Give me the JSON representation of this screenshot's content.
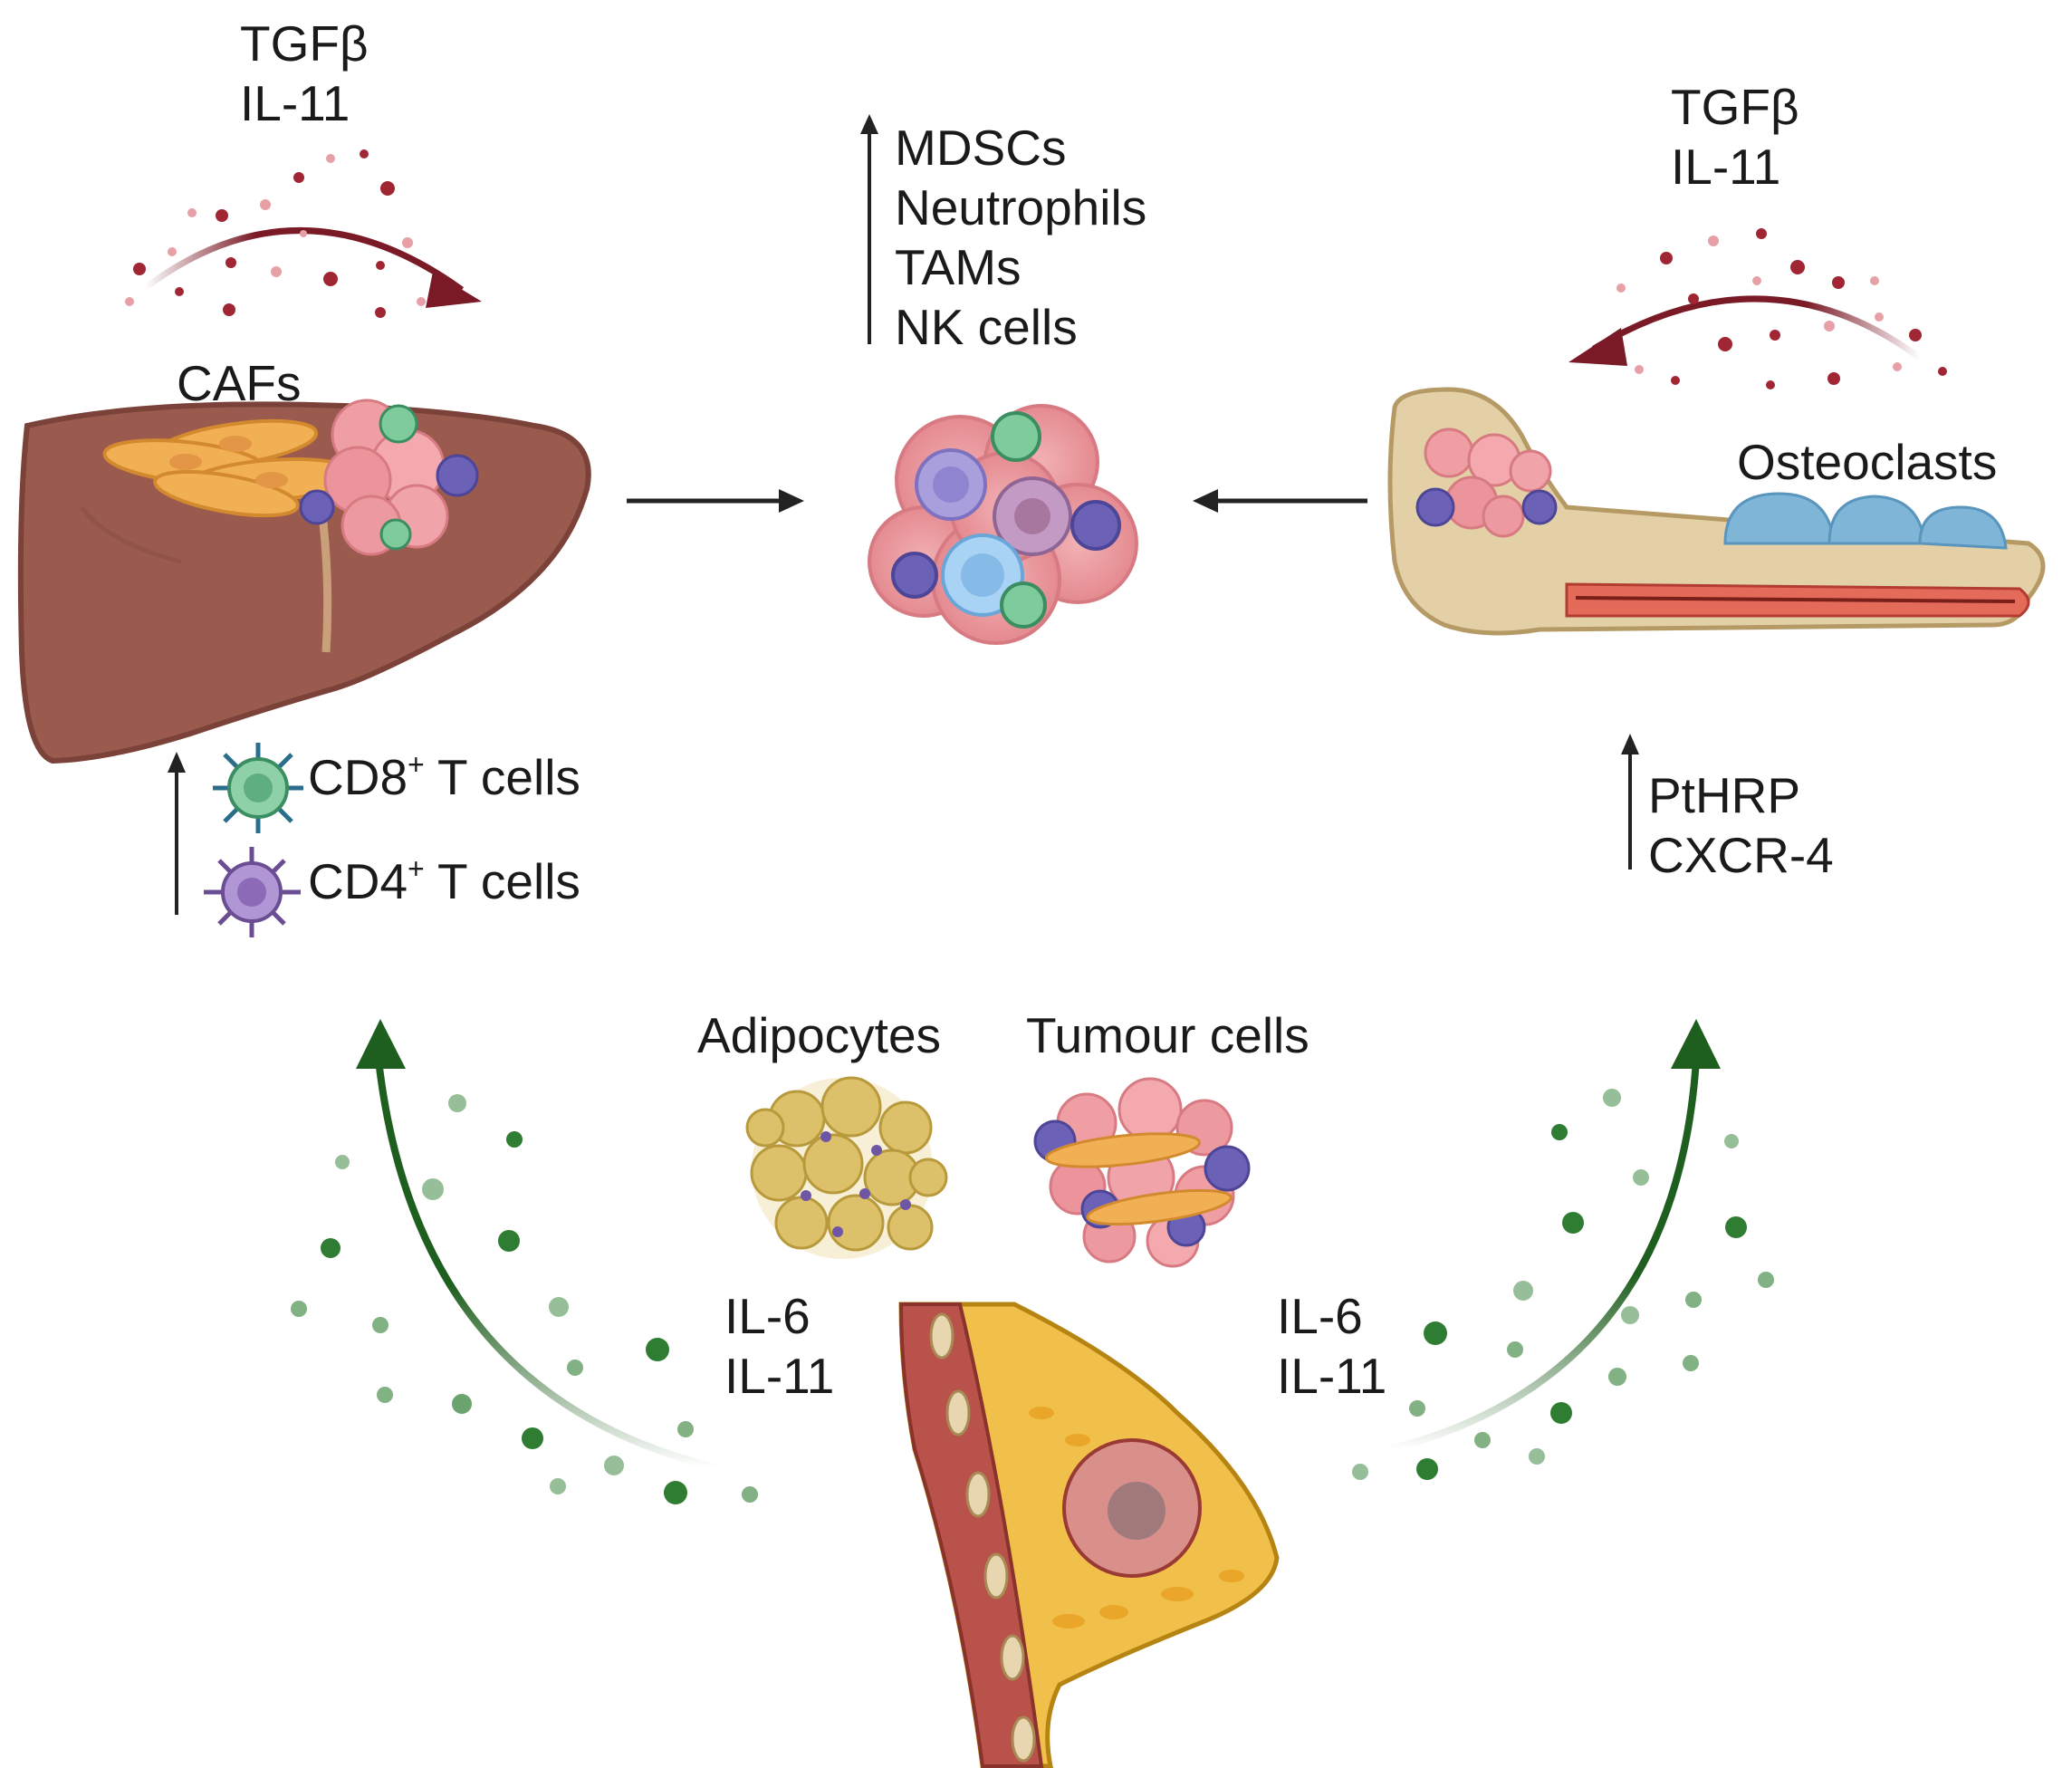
{
  "colors": {
    "accent_red": "#7a1a26",
    "accent_green": "#1e5e1e",
    "arrow_black": "#222222"
  },
  "cytokines": {
    "top_left": [
      "TGFβ",
      "IL-11"
    ],
    "top_right": [
      "TGFβ",
      "IL-11"
    ],
    "bottom_left": [
      "IL-6",
      "IL-11"
    ],
    "bottom_right": [
      "IL-6",
      "IL-11"
    ]
  },
  "liver": {
    "caf_label": "CAFs",
    "tcells": [
      {
        "name": "CD8",
        "sup": "+",
        "rest": " T cells"
      },
      {
        "name": "CD4",
        "sup": "+",
        "rest": " T cells"
      }
    ]
  },
  "tumor_center": {
    "up_list": [
      "MDSCs",
      "Neutrophils",
      "TAMs",
      "NK cells"
    ]
  },
  "bone": {
    "osteoclast_label": "Osteoclasts",
    "up_list": [
      "PtHRP",
      "CXCR-4"
    ]
  },
  "breast": {
    "adipocytes_label": "Adipocytes",
    "tumour_cells_label": "Tumour cells"
  },
  "icons": [
    "liver",
    "bone",
    "breast",
    "tumor-cluster",
    "adipocyte-cluster",
    "cd8-t-cell",
    "cd4-t-cell",
    "osteoclast",
    "caf"
  ]
}
